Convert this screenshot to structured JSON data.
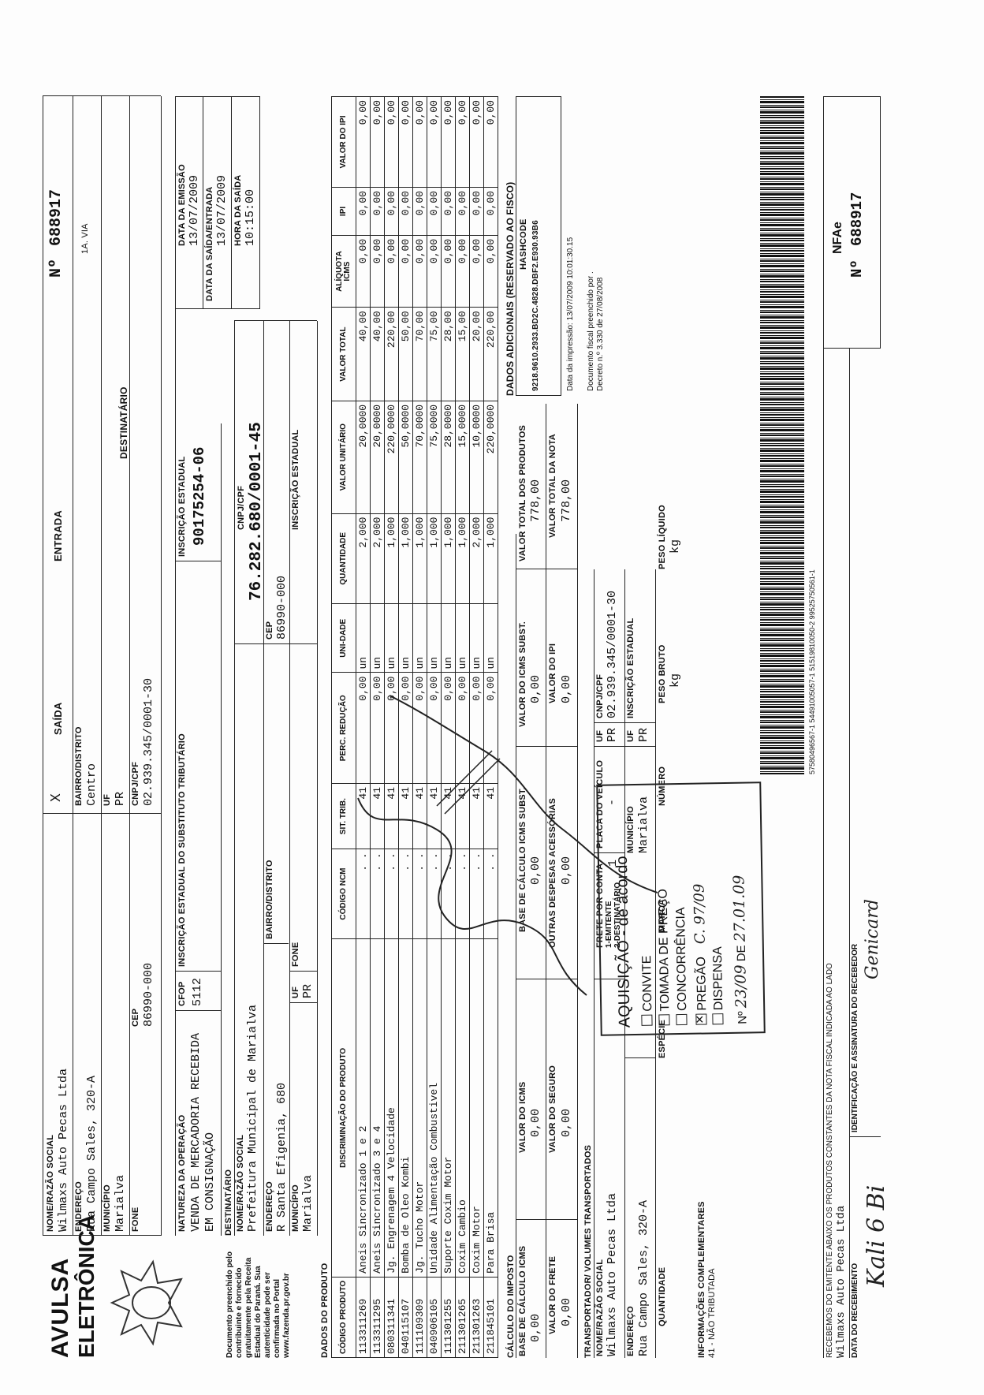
{
  "header": {
    "brand_line1": "AVULSA",
    "brand_line2": "ELETRÔNICA",
    "nf_number_label": "Nº",
    "nf_number": "688917",
    "via": "1a. VIA",
    "saida_label": "SAÍDA",
    "entrada_label": "ENTRADA",
    "saida_mark": "X",
    "destinatario_tag": "DESTINATÁRIO"
  },
  "emitente": {
    "nome_label": "NOME/RAZÃO SOCIAL",
    "nome": "Wilmaxs Auto Pecas Ltda",
    "endereco_label": "ENDEREÇO",
    "endereco": "Rua Campo Sales, 320-A",
    "bairro_label": "BAIRRO/DISTRITO",
    "bairro": "Centro",
    "municipio_label": "MUNICÍPIO",
    "municipio": "Marialva",
    "uf_label": "UF",
    "uf": "PR",
    "fone_label": "FONE",
    "cep_label": "CEP",
    "cep": "86990-000",
    "cnpj_label": "CNPJ/CPF",
    "cnpj": "02.939.345/0001-30"
  },
  "operacao": {
    "natureza_label": "NATUREZA DA OPERAÇÃO",
    "natureza_l1": "VENDA DE MERCADORIA RECEBIDA",
    "natureza_l2": "EM CONSIGNAÇÃO",
    "cfop_label": "CFOP",
    "cfop": "5112",
    "ie_subst_label": "INSCRIÇÃO ESTADUAL DO SUBSTITUTO TRIBUTÁRIO",
    "ie_label": "INSCRIÇÃO ESTADUAL",
    "ie": "90175254-06",
    "data_emissao_label": "DATA DA EMISSÃO",
    "data_emissao": "13/07/2009",
    "data_saida_label": "DATA DA SAÍDA/ENTRADA",
    "data_saida": "13/07/2009",
    "hora_saida_label": "HORA DA SAÍDA",
    "hora_saida": "10:15:00"
  },
  "destinatario": {
    "section_label": "DESTINATÁRIO",
    "nome_label": "NOME/RAZÃO SOCIAL",
    "nome": "Prefeitura Municipal de Marialva",
    "endereco_label": "ENDEREÇO",
    "endereco": "R Santa Efigenia, 680",
    "bairro_label": "BAIRRO/DISTRITO",
    "cep_label": "CEP",
    "cep": "86990-000",
    "municipio_label": "MUNICÍPIO",
    "municipio": "Marialva",
    "uf_label": "UF",
    "uf": "PR",
    "fone_label": "FONE",
    "cnpj_label": "CNPJ/CPF",
    "cnpj": "76.282.680/0001-45",
    "ie_label": "INSCRIÇÃO ESTADUAL"
  },
  "side_note": {
    "l1": "Documento preenchido pelo",
    "l2": "contribuinte e fornecido",
    "l3": "gratuitamente pela Receita",
    "l4": "Estadual do Paraná. Sua",
    "l5": "autenticidade pode ser",
    "l6": "confirmada no Portal",
    "l7": "www.fazenda.pr.gov.br"
  },
  "produtos": {
    "section_label": "DADOS DO PRODUTO",
    "headers": [
      "CÓDIGO PRODUTO",
      "DISCRIMINAÇÃO DO PRODUTO",
      "CÓDIGO NCM",
      "SIT. TRIB.",
      "PERC. REDUÇÃO",
      "UNI-DADE",
      "QUANTIDADE",
      "VALOR UNITÁRIO",
      "VALOR TOTAL",
      "ICMS",
      "IPI",
      "VALOR DO IPI"
    ],
    "aliquota_label": "ALÍQUOTA",
    "rows": [
      [
        "113311269",
        "Aneis Sincronizado 1 e 2",
        ". .",
        "41",
        "0,00",
        "un",
        "2,000",
        "20,0000",
        "40,00",
        "0,00",
        "0,00",
        "0,00"
      ],
      [
        "113311295",
        "Aneis Sincronizado 3 e 4",
        ". .",
        "41",
        "0,00",
        "un",
        "2,000",
        "20,0000",
        "40,00",
        "0,00",
        "0,00",
        "0,00"
      ],
      [
        "080311341",
        "Jg. Engrenagem 4 Velocidade",
        ". .",
        "41",
        "0,00",
        "un",
        "1,000",
        "220,0000",
        "220,00",
        "0,00",
        "0,00",
        "0,00"
      ],
      [
        "040115107",
        "Bomba de Oleo Kombi",
        ". .",
        "41",
        "0,00",
        "un",
        "1,000",
        "50,0000",
        "50,00",
        "0,00",
        "0,00",
        "0,00"
      ],
      [
        "111109309",
        "Jg. Tucho Motor",
        ". .",
        "41",
        "0,00",
        "un",
        "1,000",
        "70,0000",
        "70,00",
        "0,00",
        "0,00",
        "0,00"
      ],
      [
        "040906105",
        "Unidade Alimentação Combustivel",
        ". .",
        "41",
        "0,00",
        "un",
        "1,000",
        "75,0000",
        "75,00",
        "0,00",
        "0,00",
        "0,00"
      ],
      [
        "111301255",
        "Suporte Coxim Motor",
        ". .",
        "41",
        "0,00",
        "un",
        "1,000",
        "28,0000",
        "28,00",
        "0,00",
        "0,00",
        "0,00"
      ],
      [
        "211301265",
        "Coxim Cambio",
        ". .",
        "41",
        "0,00",
        "un",
        "1,000",
        "15,0000",
        "15,00",
        "0,00",
        "0,00",
        "0,00"
      ],
      [
        "211301263",
        "Coxim Motor",
        ". .",
        "41",
        "0,00",
        "un",
        "2,000",
        "10,0000",
        "20,00",
        "0,00",
        "0,00",
        "0,00"
      ],
      [
        "211845101",
        "Para Brisa",
        ". .",
        "41",
        "0,00",
        "un",
        "1,000",
        "220,0000",
        "220,00",
        "0,00",
        "0,00",
        "0,00"
      ]
    ]
  },
  "imposto": {
    "section_label": "CÁLCULO DO IMPOSTO",
    "base_icms_label": "BASE DE CÁLCULO ICMS",
    "base_icms": "0,00",
    "valor_icms_label": "VALOR DO ICMS",
    "valor_icms": "0,00",
    "base_subst_label": "BASE DE CÁLCULO ICMS SUBST.",
    "base_subst": "0,00",
    "valor_subst_label": "VALOR DO ICMS SUBST.",
    "valor_subst": "0,00",
    "total_produtos_label": "VALOR TOTAL DOS PRODUTOS",
    "total_produtos": "778,00",
    "frete_label": "VALOR DO FRETE",
    "frete": "0,00",
    "seguro_label": "VALOR DO SEGURO",
    "seguro": "0,00",
    "despesas_label": "OUTRAS DESPESAS ACESSÓRIAS",
    "despesas": "0,00",
    "ipi_label": "VALOR DO IPI",
    "ipi": "0,00",
    "total_nota_label": "VALOR TOTAL DA NOTA",
    "total_nota": "778,00"
  },
  "transportador": {
    "section_label": "TRANSPORTADOR/ VOLUMES TRANSPORTADOS",
    "nome_label": "NOME/RAZÃO SOCIAL",
    "nome": "Wilmaxs Auto Pecas Ltda",
    "frete_label": "FRETE POR CONTA",
    "frete_opt1": "1-EMITENTE",
    "frete_opt2": "2-DESTINATÁRIO",
    "frete_val": "1",
    "placa_label": "PLACA DO VEÍCULO",
    "placa": "-",
    "uf_label": "UF",
    "uf": "PR",
    "cnpj_label": "CNPJ/CPF",
    "cnpj": "02.939.345/0001-30",
    "endereco_label": "ENDEREÇO",
    "endereco": "Rua Campo Sales, 320-A",
    "municipio_label": "MUNICÍPIO",
    "municipio": "Marialva",
    "uf2_label": "UF",
    "uf2": "PR",
    "ie_label": "INSCRIÇÃO ESTADUAL",
    "quantidade_label": "QUANTIDADE",
    "especie_label": "ESPÉCIE",
    "marca_label": "MARCA",
    "numero_label": "NÚMERO",
    "peso_bruto_label": "PESO BRUTO",
    "peso_bruto": "kg",
    "peso_liquido_label": "PESO LÍQUIDO",
    "peso_liquido": "kg"
  },
  "adicionais": {
    "section_label": "DADOS ADICIONAIS (RESERVADO AO FISCO)",
    "hashcode_label": "HashCode",
    "hashcode": "9218.9610.2933.BD2C.4828.DBF2.E930.93B6",
    "data_impressao": "Data da impressão: 13/07/2009 10:01:30.15",
    "decreto_l1": "Documento fiscal preenchido por .",
    "decreto_l2": "Decreto n.º 3.330 de 27/08/2008",
    "barcode_digits": "57580496567-1 54491005057-1 51519810050-2 99525750561-1",
    "info_label": "INFORMAÇÕES COMPLEMENTARES",
    "info": "41 - NÃO TRIBUTADA"
  },
  "stamp": {
    "title": "AQUISIÇÃO - de acordo",
    "opt1": "CONVITE",
    "opt2": "TOMADA DE PREÇO",
    "opt3": "CONCORRÊNCIA",
    "opt4": "PREGÃO",
    "opt4_value": "C. 97/09",
    "opt5": "DISPENSA",
    "numero_prefix": "Nº",
    "numero": "23/09",
    "de": "DE",
    "data": "27.01.09"
  },
  "canhoto": {
    "recebemos": "RECEBEMOS DO EMITENTE ABAIXO OS PRODUTOS CONSTANTES DA NOTA FISCAL INDICADA AO LADO",
    "emitente": "Wilmaxs Auto Pecas Ltda",
    "data_label": "DATA DO RECEBIMENTO",
    "assinatura_label": "IDENTIFICAÇÃO E ASSINATURA DO RECEBEDOR",
    "nfae": "NFAe",
    "numero_label": "Nº",
    "numero": "688917"
  },
  "handwriting": {
    "sig1": "Kali 6 Bi",
    "sig2": "Genicard"
  }
}
